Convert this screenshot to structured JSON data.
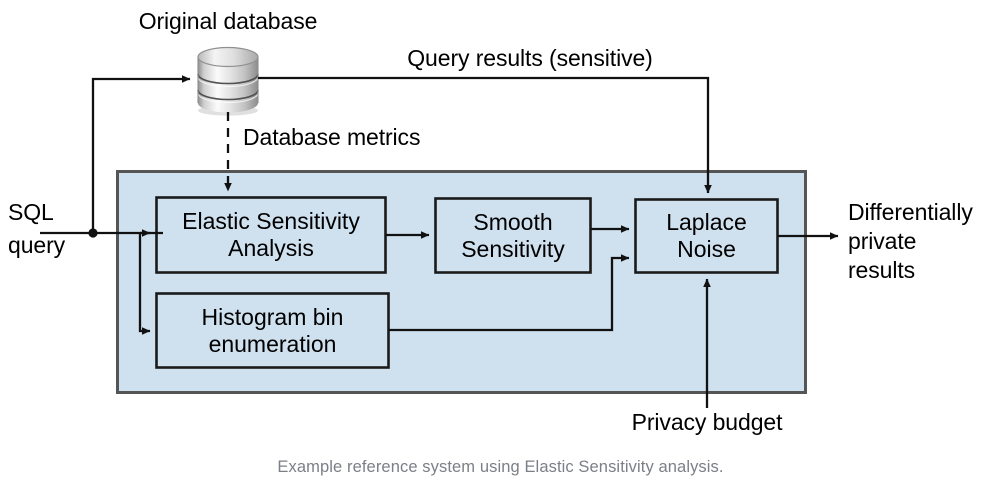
{
  "figure": {
    "caption": "Example reference system using Elastic Sensitivity analysis.",
    "colors": {
      "container_fill": "#cfe0ef",
      "container_stroke": "#555555",
      "box_fill": "#cfe0ef",
      "box_stroke": "#1a1a1a",
      "arrow": "#111111",
      "text": "#000000",
      "caption_text": "#7b7f86",
      "db_light": "#fbfbfb",
      "db_mid": "#d6d6d6",
      "db_dark": "#9a9a9a"
    }
  },
  "nodes": {
    "database": {
      "label": "Original database",
      "icon": "database-cylinder-icon"
    },
    "elastic_sensitivity": {
      "line1": "Elastic Sensitivity",
      "line2": "Analysis"
    },
    "smooth_sensitivity": {
      "line1": "Smooth",
      "line2": "Sensitivity"
    },
    "laplace_noise": {
      "line1": "Laplace",
      "line2": "Noise"
    },
    "histogram_bin": {
      "line1": "Histogram bin",
      "line2": "enumeration"
    }
  },
  "io": {
    "input_query": {
      "line1": "SQL",
      "line2": "query"
    },
    "output_results": {
      "line1": "Differentially",
      "line2": "private",
      "line3": "results"
    },
    "privacy_budget": "Privacy budget"
  },
  "edges": {
    "query_results": "Query results (sensitive)",
    "database_metrics": "Database metrics"
  }
}
